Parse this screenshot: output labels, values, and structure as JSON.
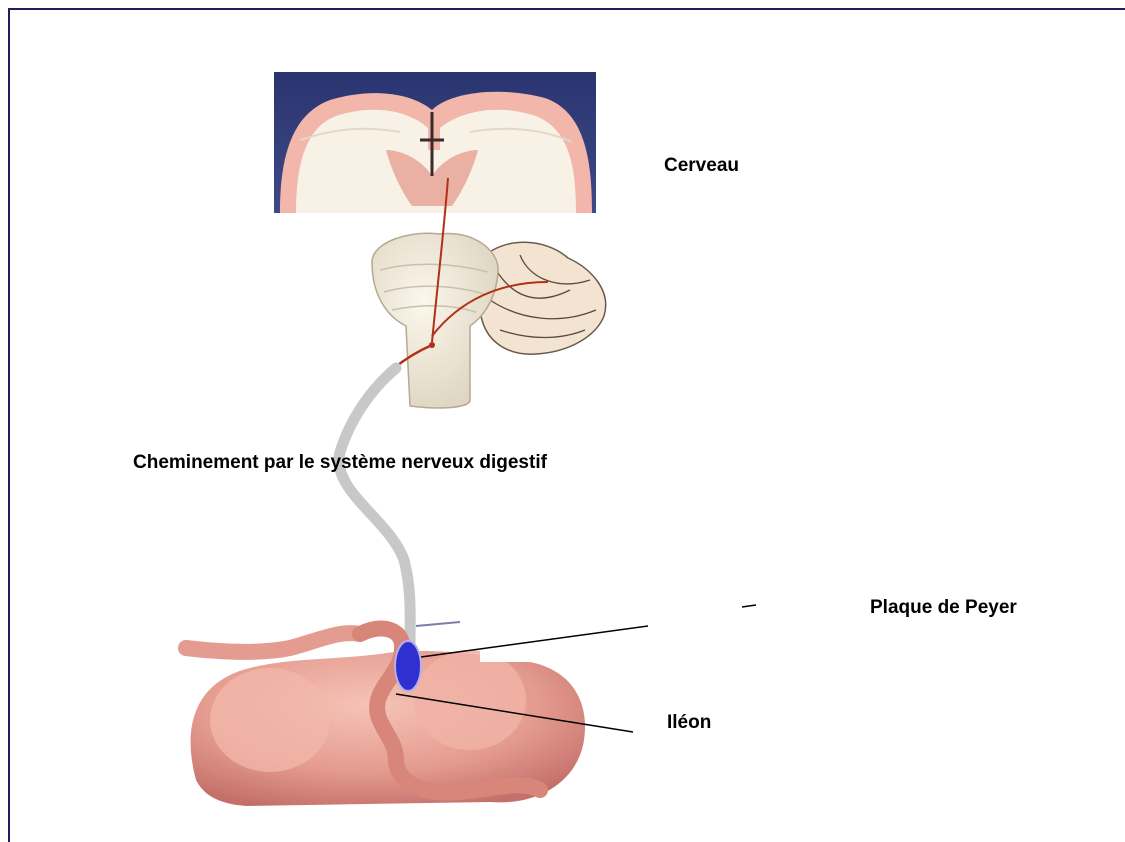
{
  "labels": {
    "brain": "Cerveau",
    "pathway": "Cheminement par le système nerveux digestif",
    "peyer_patch": "Plaque de Peyer",
    "ileum": "Iléon"
  },
  "colors": {
    "frame": "#1f1f5a",
    "nerve_path": "#c8c8c8",
    "peyer_patch_fill": "#3030d0",
    "brain_bg": "#2e3a6e",
    "intestine": "#e8a49a",
    "neural_trace": "#b03018"
  }
}
